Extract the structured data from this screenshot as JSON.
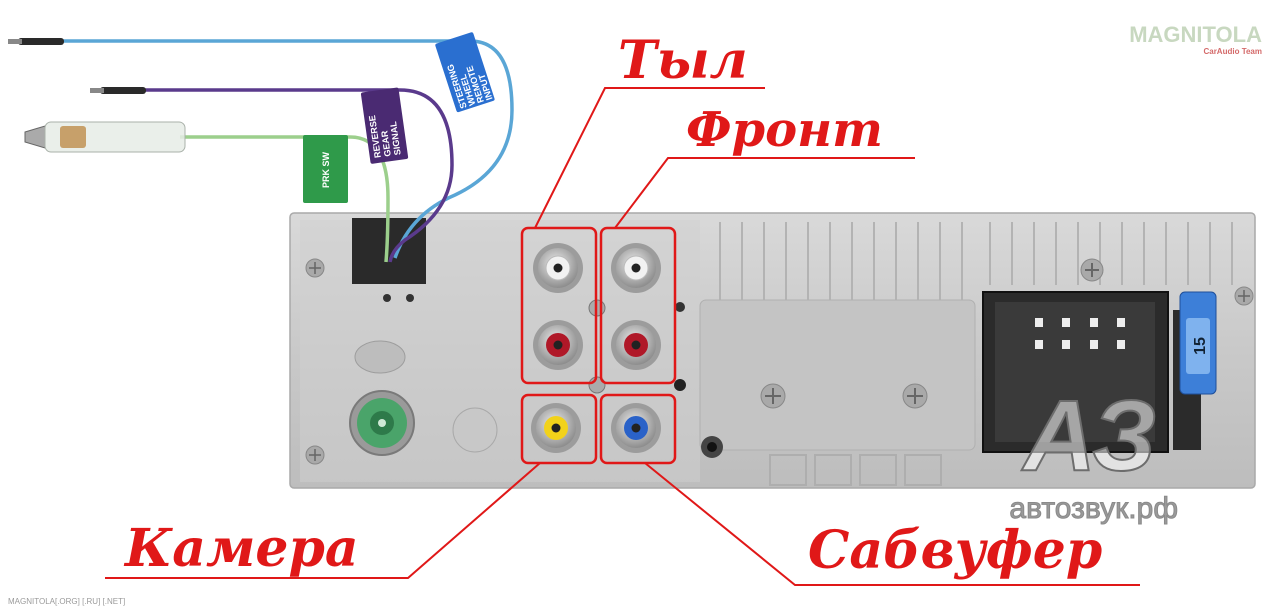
{
  "callouts": {
    "rear": "Тыл",
    "front": "Фронт",
    "camera": "Камера",
    "subwoofer": "Сабвуфер"
  },
  "wire_tags": {
    "steering": [
      "STEERING",
      "WHEEL",
      "REMOTE",
      "INPUT"
    ],
    "reverse": [
      "REVERSE",
      "GEAR",
      "SIGNAL"
    ],
    "parking": "PRK SW"
  },
  "fuse_label": "15",
  "watermarks": {
    "logo_main": "MAGNITOLA",
    "logo_sub": "CarAudio Team",
    "az_mark": "АЗ",
    "site": "автозвук.рф",
    "footer": "MAGNITOLA[.ORG] [.RU] [.NET]"
  },
  "colors": {
    "callout_red": "#e01818",
    "wire_blue": "#5aa6d6",
    "wire_purple": "#5a3a8c",
    "wire_green": "#9ccf8c",
    "tag_blue": "#2a6fd0",
    "tag_purple": "#4a2a72",
    "tag_green": "#2f9a4a",
    "rca_white": "#f2f2f2",
    "rca_red": "#b01828",
    "rca_yellow": "#f2d21a",
    "rca_blue": "#2a62c8",
    "port_green": "#4aa46a",
    "fuse_blue": "#3d7fd8"
  }
}
